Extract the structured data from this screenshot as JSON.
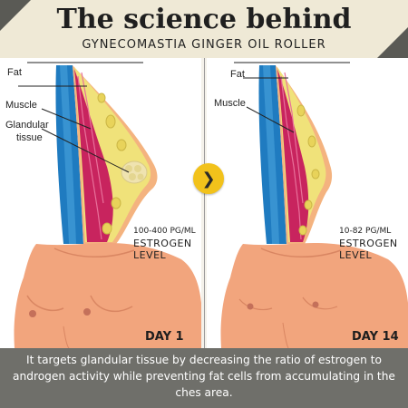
{
  "header": {
    "title": "The science behind",
    "subtitle": "GYNECOMASTIA GINGER OIL ROLLER"
  },
  "left": {
    "labels": {
      "fat": "Fat",
      "muscle": "Muscle",
      "glandular_line1": "Glandular",
      "glandular_line2": "tissue"
    },
    "estrogen_value": "100-400 PG/ML",
    "estrogen_word": "ESTROGEN",
    "level_word": "LEVEL",
    "day": "DAY 1"
  },
  "right": {
    "labels": {
      "fat": "Fat",
      "muscle": "Muscle"
    },
    "estrogen_value": "10-82 PG/ML",
    "estrogen_word": "ESTROGEN",
    "level_word": "LEVEL",
    "day": "DAY 14"
  },
  "footer": {
    "text": "It targets glandular tissue by decreasing the ratio of estrogen to androgen activity while preventing fat cells from accumulating in the ches area."
  },
  "colors": {
    "arrow_button": "#f2c21b",
    "skin": "#f2a57d",
    "fat": "#f0e27a",
    "muscle": "#c8245e",
    "chest_wall": "#1f7bc0",
    "footer_bg": "#6f6f6a"
  }
}
